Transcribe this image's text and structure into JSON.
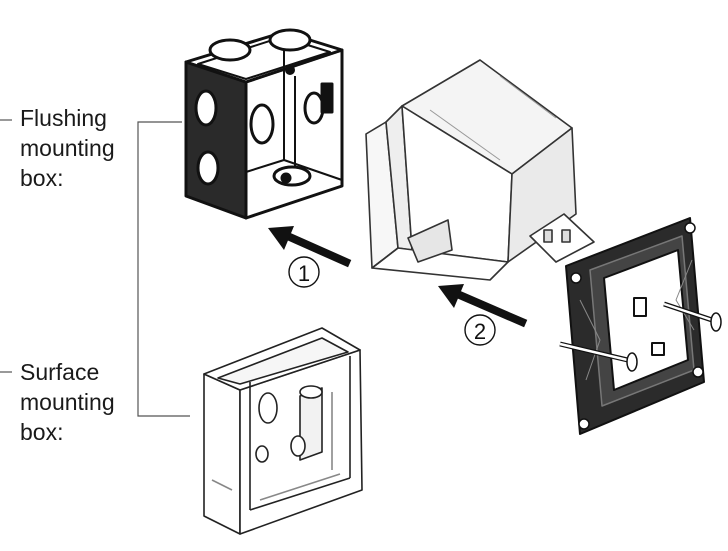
{
  "labels": {
    "flushing": [
      "Flushing",
      "mounting",
      "box:"
    ],
    "surface": [
      "Surface",
      "mounting",
      "box:"
    ]
  },
  "steps": [
    "1",
    "2"
  ],
  "colors": {
    "ink": "#1a1a1a",
    "dark_box": "#222222",
    "plate": "#2b2b2b",
    "light_fill": "#ffffff",
    "guide": "#555555"
  }
}
